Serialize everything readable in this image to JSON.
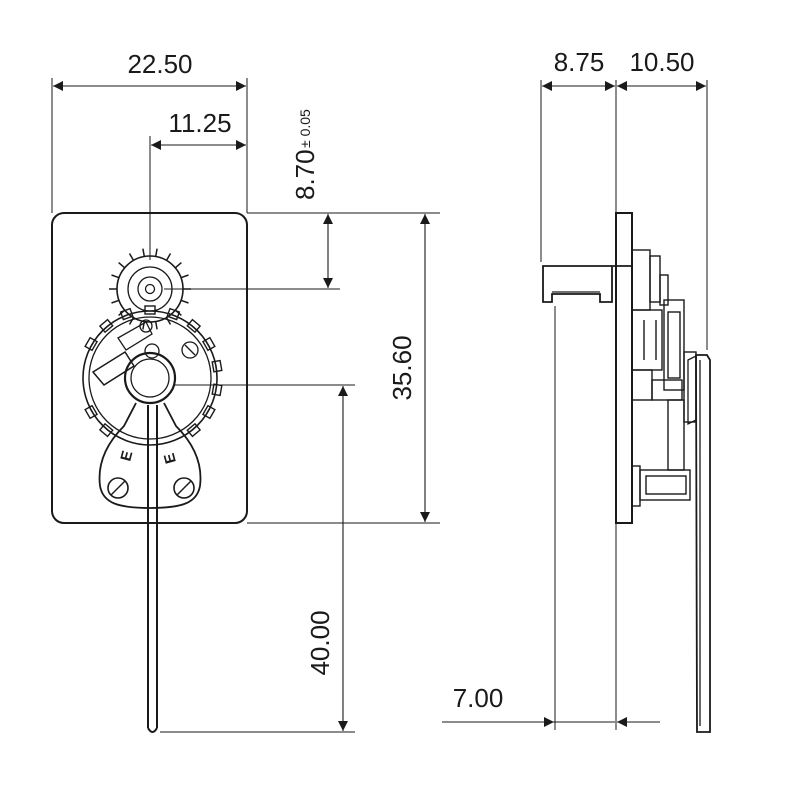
{
  "dimensions": {
    "front_width": "22.50",
    "front_center_offset": "11.25",
    "top_to_wheel_value": "8.70",
    "top_to_wheel_tolerance": "± 0.05",
    "plate_height": "35.60",
    "shaft_length": "40.00",
    "side_depth_front": "8.75",
    "side_depth_back": "10.50",
    "side_offset": "7.00"
  },
  "part_markings": {
    "left": "E",
    "right": "E"
  },
  "colors": {
    "line": "#1a1a1a",
    "background": "#ffffff"
  }
}
